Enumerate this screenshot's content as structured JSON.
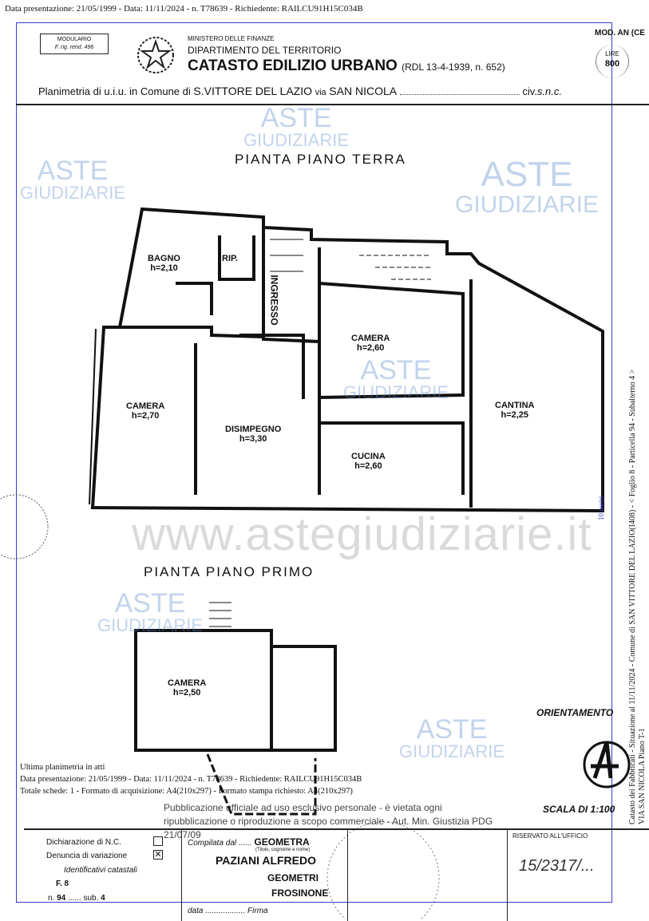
{
  "header_meta": "Data presentazione: 21/05/1999 - Data: 11/11/2024 - n. T78639 - Richiedente: RAILCU91H15C034B",
  "form_header": {
    "modulario_line1": "MODULARIO",
    "modulario_line2": "F. rig. rend. 496",
    "ministry": "MINISTERO DELLE FINANZE",
    "department": "DIPARTIMENTO DEL TERRITORIO",
    "catasto": "CATASTO EDILIZIO URBANO",
    "law": "(RDL 13-4-1939, n. 652)",
    "model": "MOD. AN (CE",
    "stamp_label": "LIRE",
    "stamp_value": "800",
    "plan_prefix": "Planimetria di u.i.u. in Comune di",
    "comune": "S.VITTORE DEL LAZIO",
    "via_label": "via",
    "via": "SAN NICOLA",
    "civ_label": "civ.",
    "civ": "s.n.c."
  },
  "ground_floor": {
    "title": "PIANTA PIANO TERRA",
    "rooms": [
      {
        "name": "BAGNO",
        "height": "h=2,10"
      },
      {
        "name": "RIP.",
        "height": ""
      },
      {
        "name": "INGRESSO",
        "height": ""
      },
      {
        "name": "CAMERA",
        "height": "h=2,60"
      },
      {
        "name": "CAMERA",
        "height": "h=2,70"
      },
      {
        "name": "DISIMPEGNO",
        "height": "h=3,30"
      },
      {
        "name": "CUCINA",
        "height": "h=2,60"
      },
      {
        "name": "CANTINA",
        "height": "h=2,25"
      }
    ]
  },
  "first_floor": {
    "title": "PIANTA PIANO PRIMO",
    "rooms": [
      {
        "name": "CAMERA",
        "height": "h=2,50"
      }
    ]
  },
  "orientation_label": "ORIENTAMENTO",
  "scale_label": "SCALA DI 1:100",
  "scale_bar_label": "10 metri",
  "side_text_1": "Catasto dei Fabbricati - Situazione al 11/11/2024 - Comune di SAN VITTORE DEL LAZIO(I408) - < Foglio 8 - Particella 94 - Subalterno 4 >",
  "side_text_2": "VIA SAN NICOLA Piano T-1",
  "watermark": {
    "brand_1": "ASTE",
    "brand_2": "GIUDIZIARIE",
    "site": "www.astegiudiziarie.it",
    "notice": "Pubblicazione ufficiale ad uso esclusivo personale - è vietata ogni ripubblicazione o riproduzione a scopo commerciale - Aut. Min. Giustizia PDG 21/07/09"
  },
  "form_footer": {
    "dich_nc": "Dichiarazione di N.C.",
    "denuncia": "Denuncia di variazione",
    "identificativi": "Identificativi catastali",
    "foglio": "F. 8",
    "n_label": "n.",
    "n_value": "94",
    "sub_label": "sub.",
    "sub_value": "4",
    "compilata": "Compilata dal",
    "titolo": "GEOMETRA",
    "titolo_hint": "(Titolo, cognome e nome)",
    "nome": "PAZIANI ALFREDO",
    "albo": "GEOMETRI",
    "provincia": "FROSINONE",
    "data_label": "data",
    "firma_label": "Firma",
    "riservato": "RISERVATO ALL'UFFICIO",
    "office_note": "15/2317/..."
  },
  "overlay": {
    "ultima": "Ultima planimetria in atti",
    "presentazione": "Data presentazione: 21/05/1999 - Data: 11/11/2024 - n. T78639 - Richiedente: RAILCU91H15C034B",
    "totale": "Totale schede: 1 - Formato di acquisizione: A4(210x297) - Formato stampa richiesto: A4(210x297)"
  }
}
